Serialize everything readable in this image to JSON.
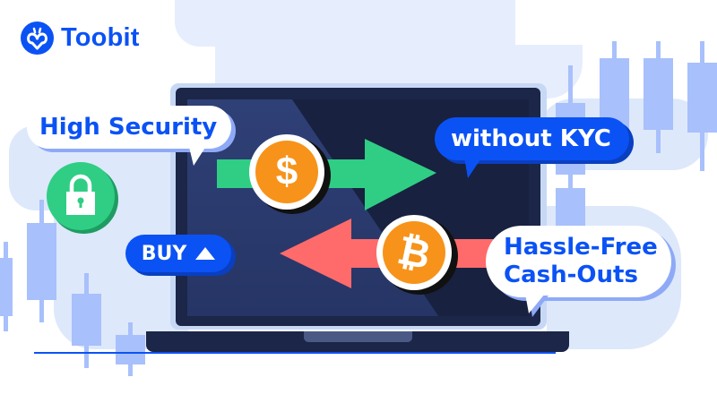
{
  "brand": {
    "name": "Toobit",
    "logo_icon": "toobit-bee-logo-icon",
    "color": "#0b52f5"
  },
  "badges": {
    "high_security": "High Security",
    "without_kyc": "without KYC",
    "buy": "BUY",
    "buy_icon": "triangle-up-icon",
    "hassle_free_line1": "Hassle-Free",
    "hassle_free_line2": "Cash-Outs"
  },
  "icons": {
    "lock": "padlock-icon",
    "dollar_coin": "$",
    "bitcoin_coin": "₿",
    "arrow_right": "green-arrow-right-icon",
    "arrow_left": "red-arrow-left-icon"
  },
  "colors": {
    "brand_blue": "#0b52f5",
    "green": "#2fce84",
    "red": "#ff6b6b",
    "coin_orange": "#f7931a",
    "laptop_dark": "#1b2648",
    "screen": "#2b3a6c",
    "candle": "#a8c0fb",
    "cloud": "#e6edfd"
  }
}
